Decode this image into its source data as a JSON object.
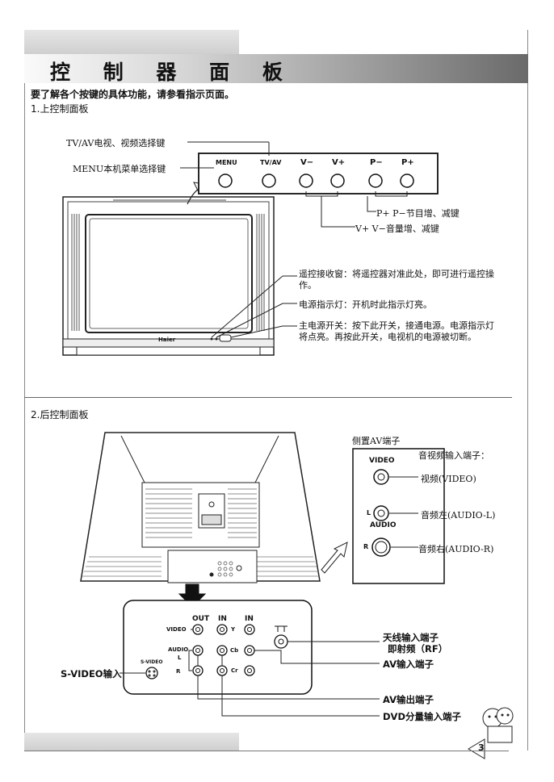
{
  "title": "控 制 器 面 板",
  "intro": "要了解各个按键的具体功能，请参看指示页面。",
  "section1": "1.上控制面板",
  "section2": "2.后控制面板",
  "front_panel": {
    "buttons": [
      "MENU",
      "TV/AV",
      "V−",
      "V+",
      "P−",
      "P+"
    ],
    "tvav_label": "TV/AV电视、视频选择键",
    "menu_label": "MENU本机菜单选择键",
    "p_label": "P+ P−节目增、减键",
    "v_label": "V+ V−音量增、减键",
    "brand": "Haier",
    "receiver_label": "遥控接收窗：将遥控器对准此处，即可进行遥控操作。",
    "indicator_label": "电源指示灯：开机时此指示灯亮。",
    "power_label": "主电源开关：按下此开关，接通电源。电源指示灯将点亮。再按此开关，电视机的电源被切断。"
  },
  "side_av": {
    "heading": "侧置AV端子",
    "subheading": "音视频输入端子：",
    "video_text": "VIDEO",
    "l_text": "L",
    "audio_text": "AUDIO",
    "r_text": "R",
    "video_label": "视频(VIDEO)",
    "audio_l_label": "音频左(AUDIO-L)",
    "audio_r_label": "音频右(AUDIO-R)"
  },
  "rear_panel": {
    "out": "OUT",
    "in1": "IN",
    "in2": "IN",
    "video": "VIDEO",
    "audio": "AUDIO",
    "l": "L",
    "r": "R",
    "y": "Y",
    "cb": "Cb",
    "cr": "Cr",
    "svideo_small": "S-VIDEO",
    "svideo_label": "S-VIDEO输入",
    "antenna_label": "天线输入端子",
    "rf_label": "即射频（RF）",
    "av_in_label": "AV输入端子",
    "av_out_label": "AV输出端子",
    "dvd_label": "DVD分量输入端子"
  },
  "page_number": "3"
}
